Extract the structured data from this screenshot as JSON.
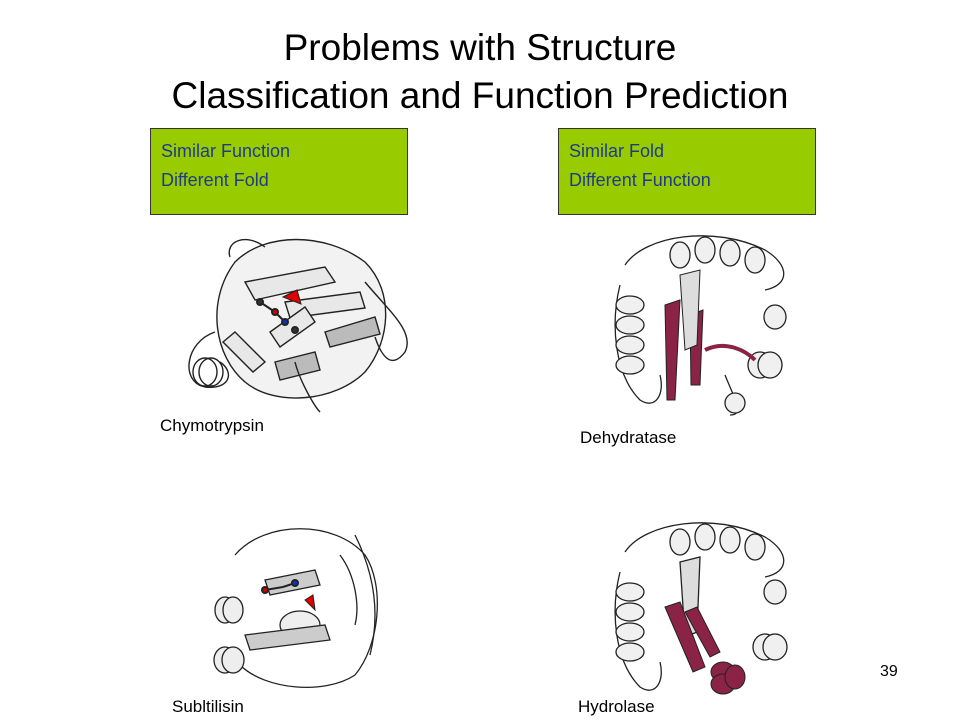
{
  "slide": {
    "title_line1": "Problems with Structure",
    "title_line2": "Classification and Function Prediction",
    "left_box": {
      "line1": "Similar Function",
      "line2": "Different Fold"
    },
    "right_box": {
      "line1": "Similar Fold",
      "line2": "Different Function"
    },
    "labels": {
      "chymotrypsin": "Chymotrypsin",
      "dehydratase": "Dehydratase",
      "subtilisin": "Subltilisin",
      "hydrolase": "Hydrolase"
    },
    "slide_number": "39",
    "colors": {
      "box_fill": "#99cc00",
      "box_text": "#1f3a8a",
      "highlight_red": "#e00000",
      "highlight_maroon": "#8b2346"
    }
  }
}
